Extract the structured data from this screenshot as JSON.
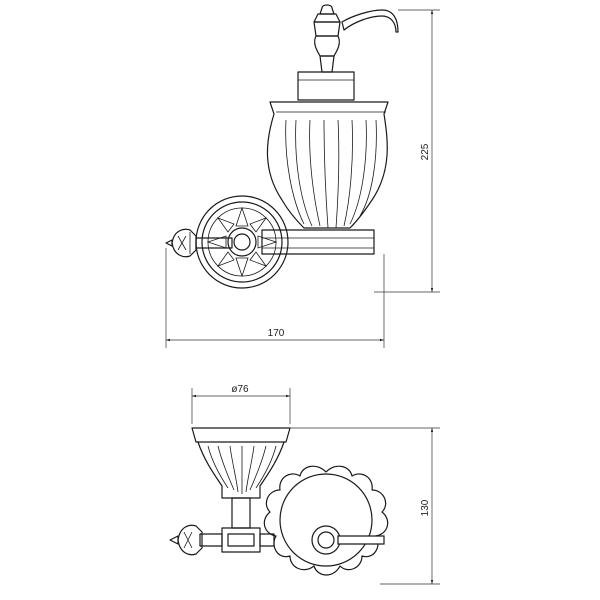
{
  "dimensions": {
    "height_total": "225",
    "width_total": "170",
    "cup_diameter": "ø76",
    "depth": "130"
  }
}
